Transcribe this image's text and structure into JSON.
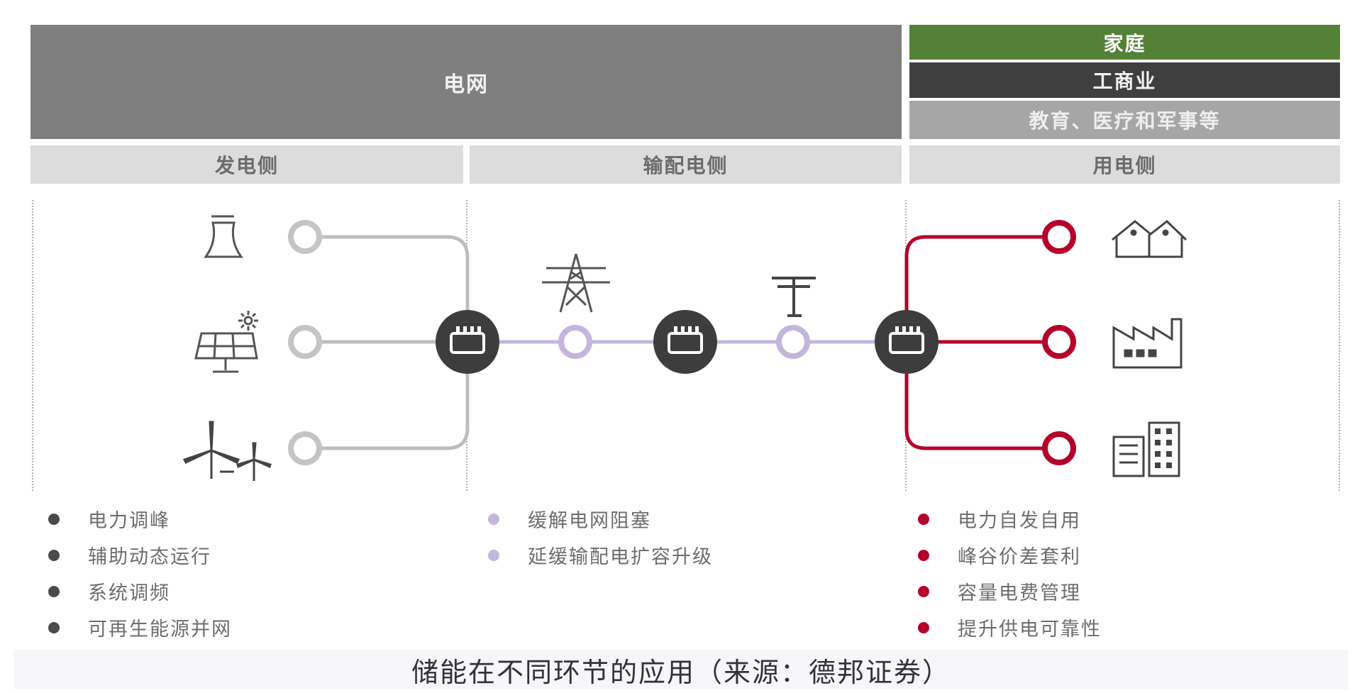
{
  "top_headers": {
    "grid": "电网",
    "home": "家庭",
    "commercial": "工商业",
    "education": "教育、医疗和军事等"
  },
  "sides": {
    "generation": "发电侧",
    "transmission": "输配电侧",
    "consumption": "用电侧"
  },
  "legend": {
    "generation": [
      "电力调峰",
      "辅助动态运行",
      "系统调频",
      "可再生能源并网"
    ],
    "transmission": [
      "缓解电网阻塞",
      "延缓输配电扩容升级"
    ],
    "consumption": [
      "电力自发自用",
      "峰谷价差套利",
      "容量电费管理",
      "提升供电可靠性"
    ]
  },
  "colors": {
    "generation": "#4a4a4a",
    "transmission": "#c3b6dc",
    "consumption": "#b5002a",
    "home_header": "#538135"
  },
  "icons": [
    "cooling-tower-icon",
    "solar-panel-icon",
    "wind-turbine-icon",
    "transmission-tower-icon",
    "utility-pole-icon",
    "battery-icon",
    "houses-icon",
    "factory-icon",
    "office-building-icon"
  ],
  "caption": "储能在不同环节的应用（来源：德邦证券）"
}
